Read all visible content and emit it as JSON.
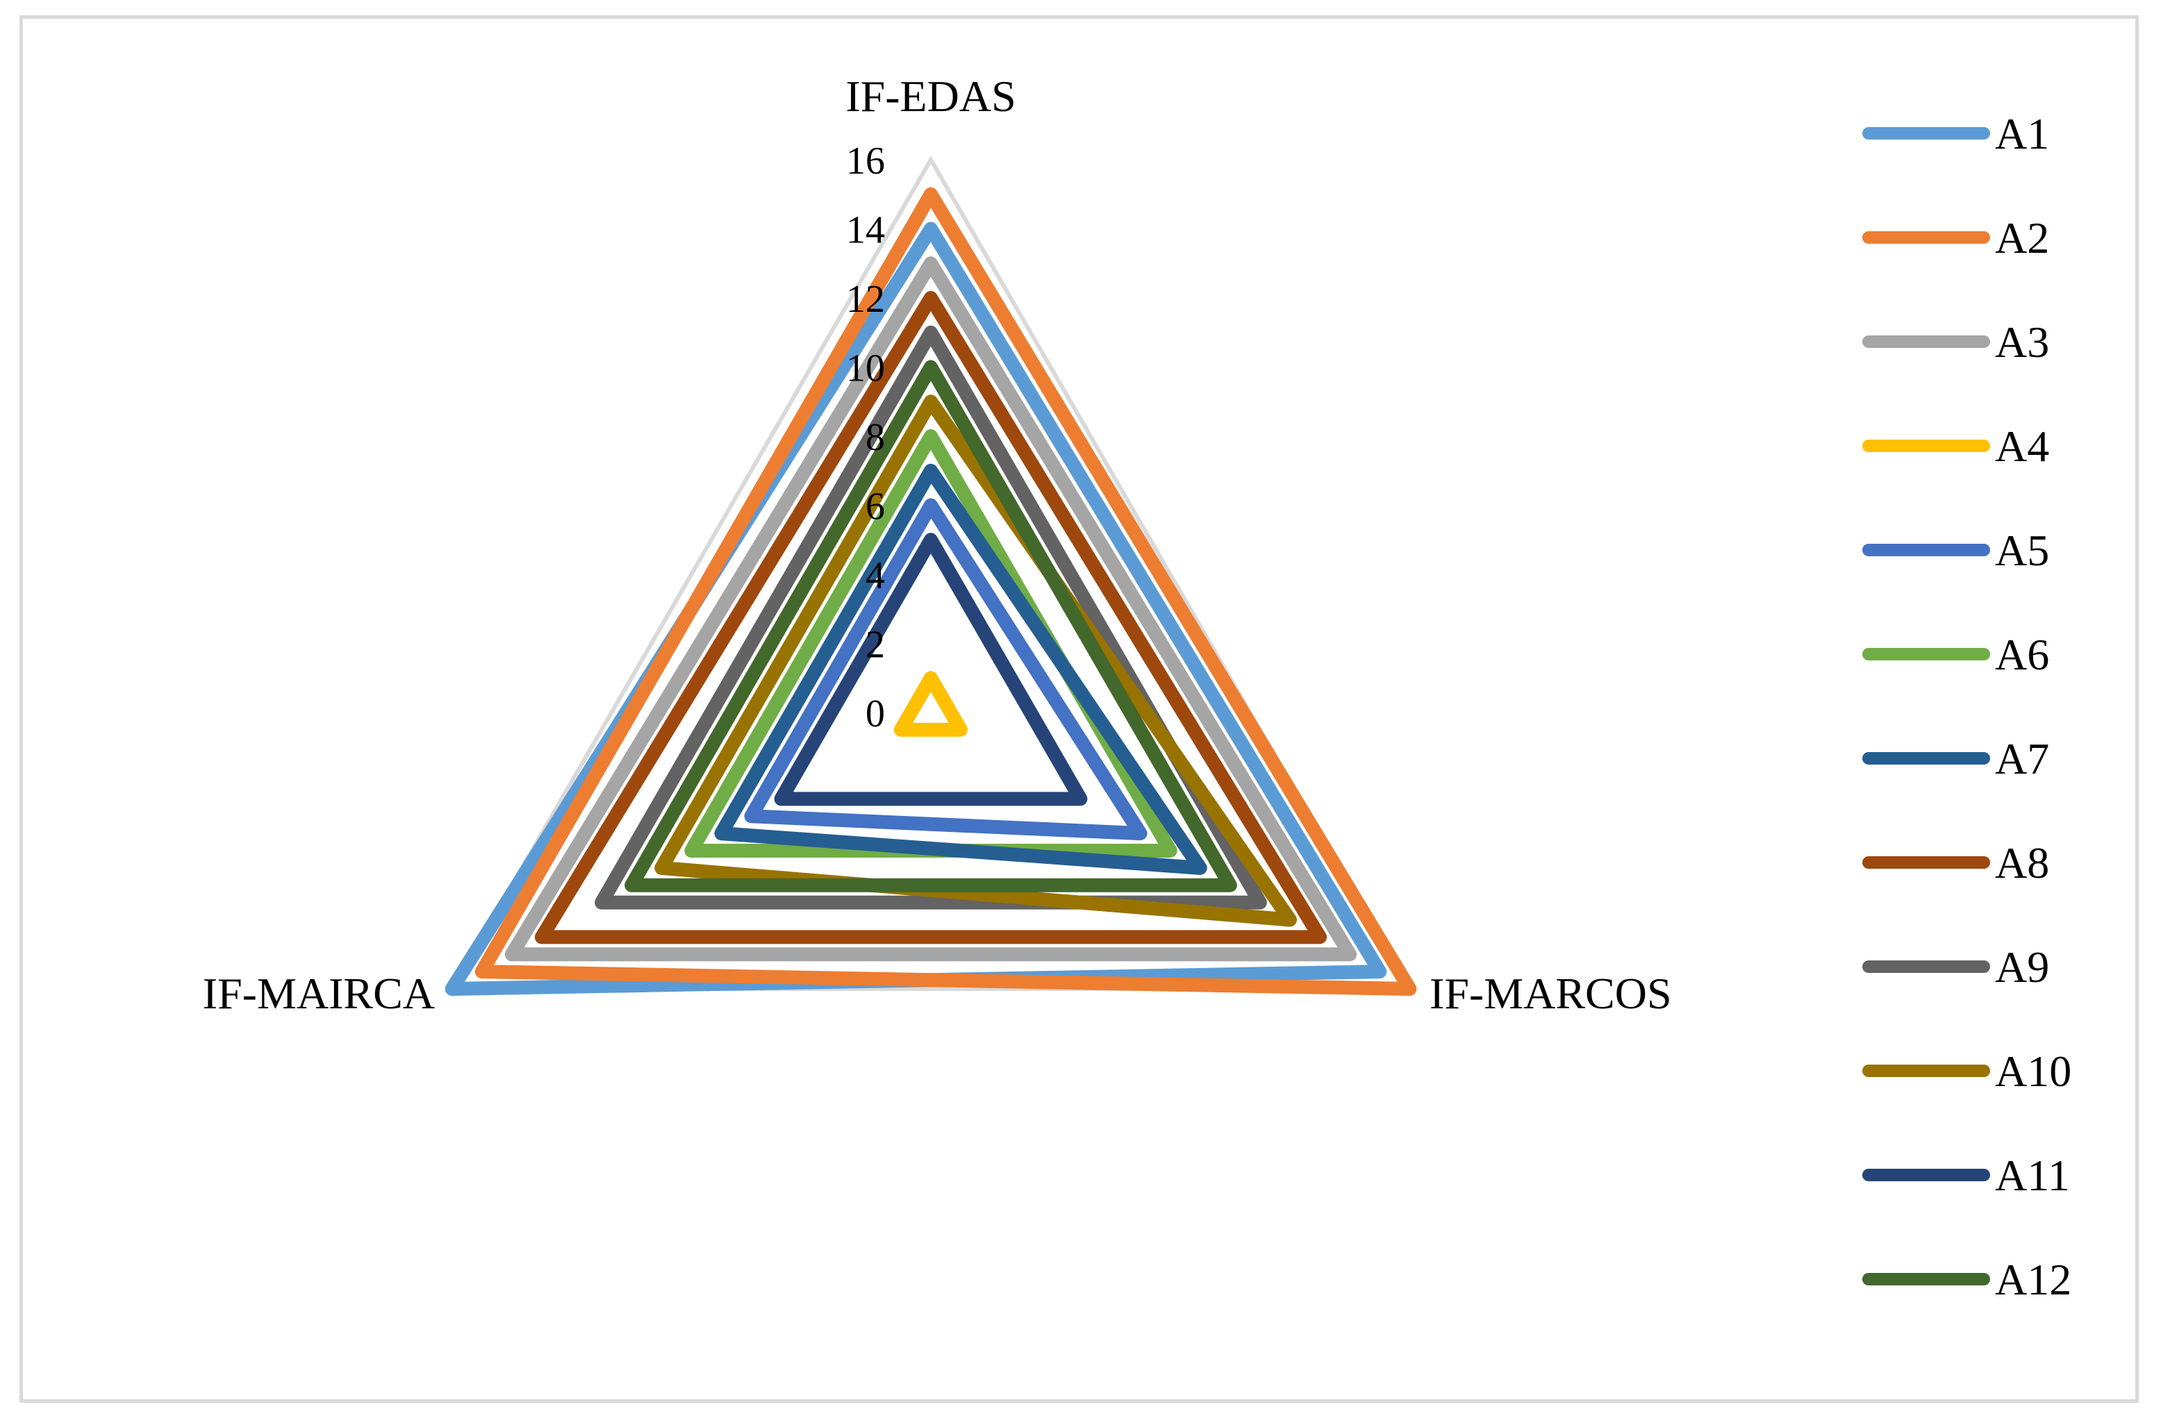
{
  "chart_data": {
    "type": "radar",
    "axes": [
      "IF-EDAS",
      "IF-MARCOS",
      "IF-MAIRCA"
    ],
    "range": [
      0,
      16
    ],
    "ticks": [
      0,
      2,
      4,
      6,
      8,
      10,
      12,
      14,
      16
    ],
    "legend_position": "right",
    "series": [
      {
        "name": "A1",
        "values": [
          14,
          15,
          16
        ],
        "color": "#5b9bd5"
      },
      {
        "name": "A2",
        "values": [
          15,
          16,
          15
        ],
        "color": "#ed7d31"
      },
      {
        "name": "A3",
        "values": [
          13,
          14,
          14
        ],
        "color": "#a5a5a5"
      },
      {
        "name": "A4",
        "values": [
          1,
          1,
          1
        ],
        "color": "#ffc000"
      },
      {
        "name": "A5",
        "values": [
          6,
          7,
          6
        ],
        "color": "#4472c4"
      },
      {
        "name": "A6",
        "values": [
          8,
          8,
          8
        ],
        "color": "#70ad47"
      },
      {
        "name": "A7",
        "values": [
          7,
          9,
          7
        ],
        "color": "#255e91"
      },
      {
        "name": "A8",
        "values": [
          12,
          13,
          13
        ],
        "color": "#9e480e"
      },
      {
        "name": "A9",
        "values": [
          11,
          11,
          11
        ],
        "color": "#636363"
      },
      {
        "name": "A10",
        "values": [
          9,
          12,
          9
        ],
        "color": "#997300"
      },
      {
        "name": "A11",
        "values": [
          5,
          5,
          5
        ],
        "color": "#264478"
      },
      {
        "name": "A12",
        "values": [
          10,
          10,
          10
        ],
        "color": "#43682b"
      }
    ]
  }
}
